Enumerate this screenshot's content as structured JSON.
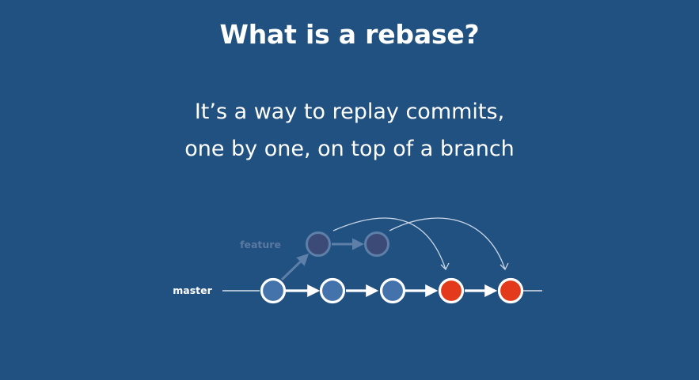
{
  "colors": {
    "background": "#215180",
    "master_commit": "#4472aa",
    "rebased_commit": "#e33a1c",
    "old_feature_commit": "#3c4a77",
    "line": "#ffffff"
  },
  "slide": {
    "title": "What is a rebase?",
    "subtitle_line_1": "It’s a way to replay commits,",
    "subtitle_line_2": "one by one, on top of a branch"
  },
  "diagram": {
    "master_label": "master",
    "feature_label": "feature",
    "master_commits": 3,
    "rebased_commits": 2,
    "old_feature_commits": 2
  }
}
